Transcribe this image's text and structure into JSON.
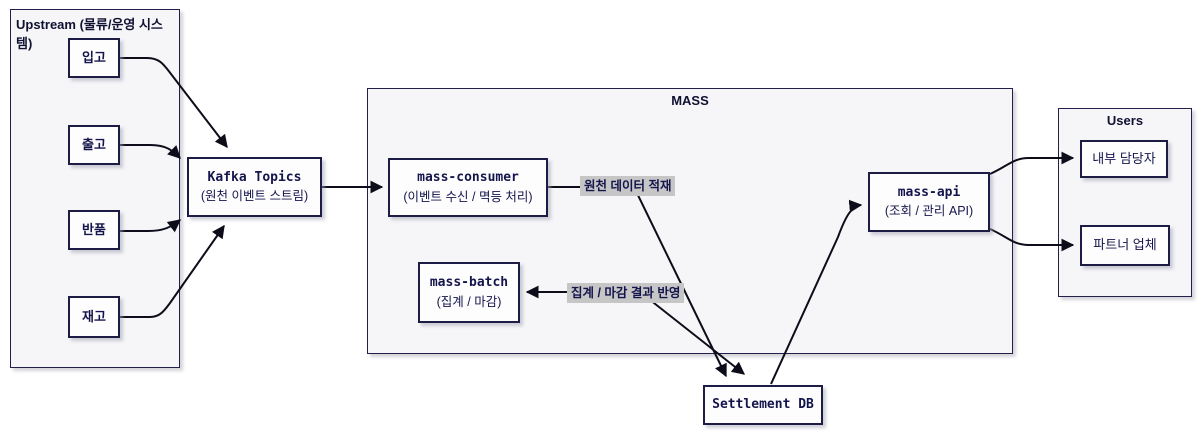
{
  "diagram": {
    "containers": {
      "upstream": {
        "title": "Upstream (물류/운영 시스템)"
      },
      "mass": {
        "title": "MASS"
      },
      "users": {
        "title": "Users"
      }
    },
    "nodes": {
      "inbound": {
        "label": "입고"
      },
      "outbound": {
        "label": "출고"
      },
      "returns": {
        "label": "반품"
      },
      "inventory": {
        "label": "재고"
      },
      "kafka": {
        "title": "Kafka Topics",
        "subtitle": "(원천 이벤트 스트림)"
      },
      "mass_consumer": {
        "title": "mass-consumer",
        "subtitle": "(이벤트 수신 / 멱등 처리)"
      },
      "mass_batch": {
        "title": "mass-batch",
        "subtitle": "(집계 / 마감)"
      },
      "mass_api": {
        "title": "mass-api",
        "subtitle": "(조회 / 관리 API)"
      },
      "settlement_db": {
        "title": "Settlement DB"
      },
      "internal_user": {
        "label": "내부 담당자"
      },
      "partner": {
        "label": "파트너 업체"
      }
    },
    "edge_labels": {
      "ingest": "원천 데이터 적재",
      "batch_result": "집계 / 마감 결과 반영"
    },
    "colors": {
      "node_border": "#1c1c44",
      "node_fill": "#fdfdfd",
      "container_fill": "#f6f6f9",
      "edge": "#0d0d1a",
      "edge_label_bg": "#c6c6c6",
      "text": "#15154d"
    }
  }
}
